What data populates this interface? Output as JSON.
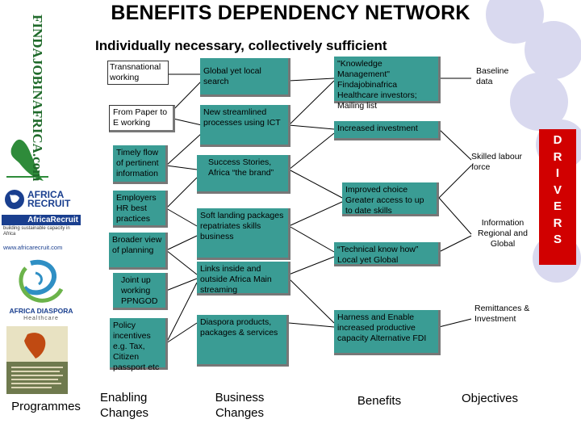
{
  "title": "BENEFITS DEPENDENCY NETWORK",
  "subtitle": "Individually necessary, collectively sufficient",
  "enabling_changes": [
    "Transnational working",
    "From Paper to E working",
    "Timely flow of pertinent information",
    "Employers HR best practices",
    "Broader view of planning",
    "Joint up working PPNGOD",
    "Policy incentives e.g. Tax, Citizen passport etc"
  ],
  "business_changes": [
    "Global yet local search",
    "New streamlined processes using ICT",
    "Success Stories, Africa “the brand”",
    "Soft landing packages repatriates skills business",
    "Links inside and outside Africa Main streaming",
    "Diaspora products, packages & services"
  ],
  "benefits": [
    "\"Knowledge Management\" Findajobinafrica Healthcare investors; Mailing list",
    "Increased investment",
    "Improved choice Greater access to up to date skills",
    "“Technical know how” Local yet Global",
    "Harness and Enable increased productive capacity Alternative FDI"
  ],
  "objectives": [
    "Baseline data",
    "Skilled labour force",
    "Information Regional and Global",
    "Remittances & Investment"
  ],
  "drivers": "DRIVERS",
  "column_labels": {
    "programmes": "Programmes",
    "enabling": "Enabling Changes",
    "business": "Business Changes",
    "benefits": "Benefits",
    "objectives": "Objectives"
  },
  "logos": {
    "findajob": "FINDAJOBINAFRICA.com",
    "africa_recruit_top": "AFRICA RECRUIT",
    "africa_recruit_bar": "AfricaRecruit",
    "africa_recruit_tag": "building sustainable capacity in Africa",
    "africa_recruit_url": "www.africarecruit.com",
    "diaspora_name": "AFRICA DIASPORA",
    "diaspora_sub": "Healthcare"
  },
  "colors": {
    "box_fill": "#3a9c94",
    "drivers_fill": "#d10000",
    "circle": "#d9d9ef"
  }
}
